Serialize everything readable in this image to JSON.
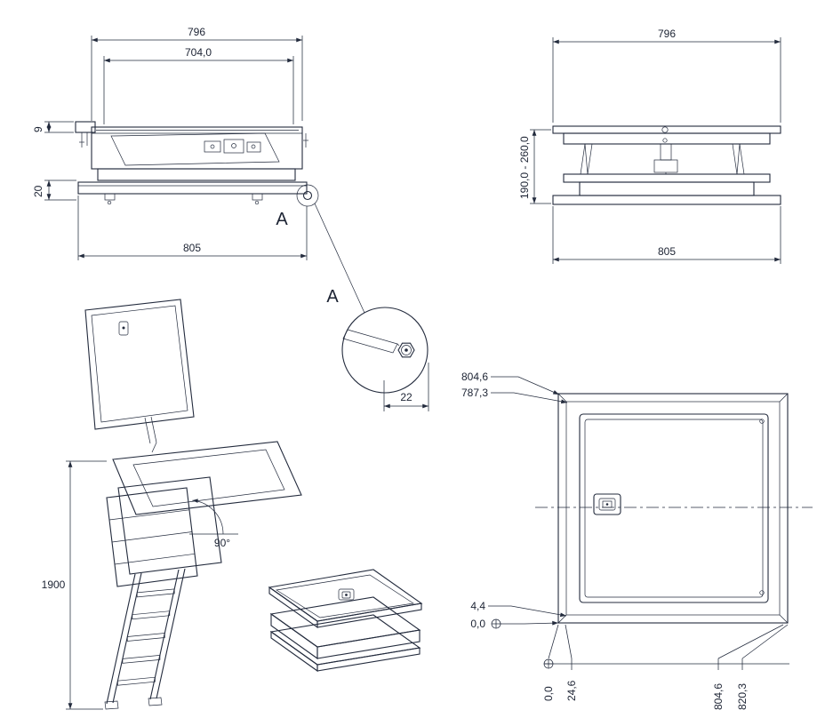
{
  "colors": {
    "line": "#232b3d",
    "panel_fill": "#eaecee",
    "panel_side": "#cfd3d7",
    "panel_side_right": "#d9dcdf",
    "insulation_top": "#d2bb52",
    "insulation_side_left": "#a8922e",
    "insulation_side_right": "#c0a73e"
  },
  "side_view": {
    "dim_outer": "796",
    "dim_inner": "704,0",
    "dim_flange": "9",
    "dim_lid": "20",
    "dim_overall": "805",
    "detail_marker": "A"
  },
  "front_view": {
    "dim_top": "796",
    "dim_height_range": "190,0 - 260,0",
    "dim_bottom": "805"
  },
  "detail_a": {
    "label": "A",
    "dim_offset": "22"
  },
  "iso_open": {
    "dim_height": "1900",
    "angle": "90°"
  },
  "plan": {
    "dim_top_outer": "804,6",
    "dim_top_inner": "787,3",
    "dim_left_gap": "4,4",
    "dim_left_zero": "0,0",
    "dim_bottom_zero": "0,0",
    "dim_bottom_inner": "24,6",
    "dim_bottom_outer": "804,6",
    "dim_bottom_total": "820,3"
  }
}
